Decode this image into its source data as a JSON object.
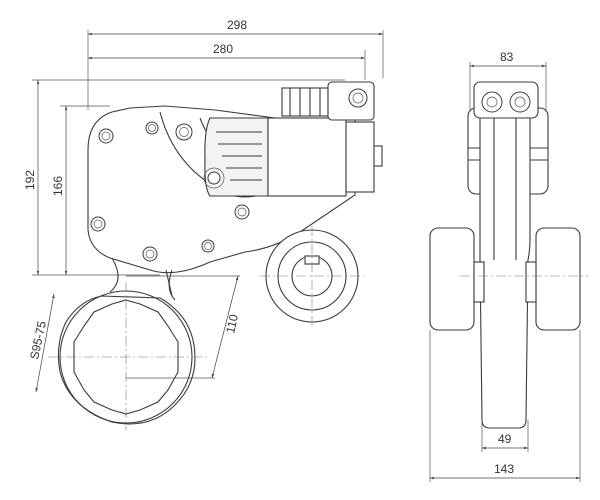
{
  "drawing": {
    "side_view": {
      "width_overall": "298",
      "width_body": "280",
      "height_overall": "192",
      "height_body": "166",
      "hex_range": "S95-75",
      "hex_radius": "110"
    },
    "front_view": {
      "top_width": "83",
      "inner_width": "49",
      "overall_width": "143"
    }
  }
}
